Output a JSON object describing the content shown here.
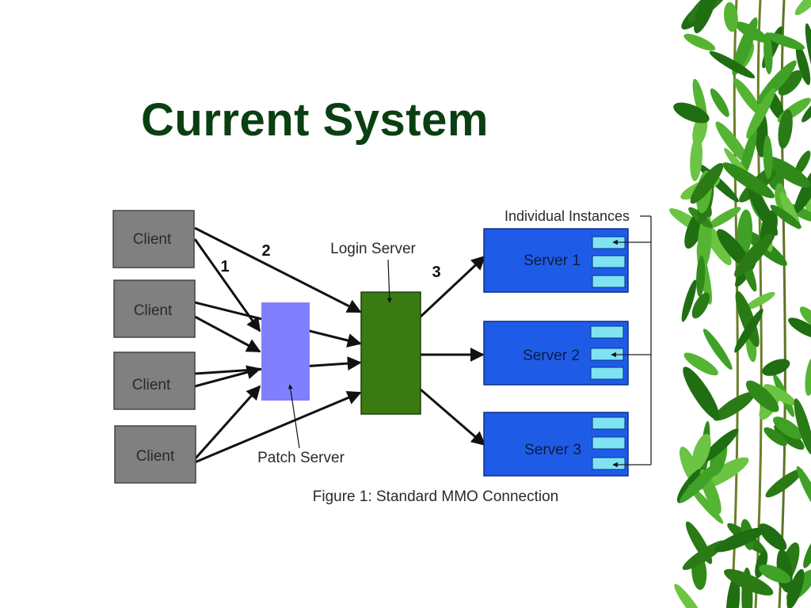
{
  "slide": {
    "title": "Current System"
  },
  "diagram": {
    "clients": [
      "Client",
      "Client",
      "Client",
      "Client"
    ],
    "patch_server": "Patch Server",
    "login_server": "Login Server",
    "servers": [
      "Server 1",
      "Server 2",
      "Server 3"
    ],
    "instances_label": "Individual Instances",
    "step_labels": [
      "1",
      "2",
      "3"
    ],
    "caption": "Figure 1: Standard MMO Connection"
  },
  "colors": {
    "title": "#0a3f12",
    "client_fill": "#808080",
    "patch_fill": "#8080ff",
    "login_fill": "#3a7a12",
    "server_fill": "#1e5ce8",
    "instance_fill": "#7fe3f2",
    "bamboo": "#2f8a1a"
  }
}
